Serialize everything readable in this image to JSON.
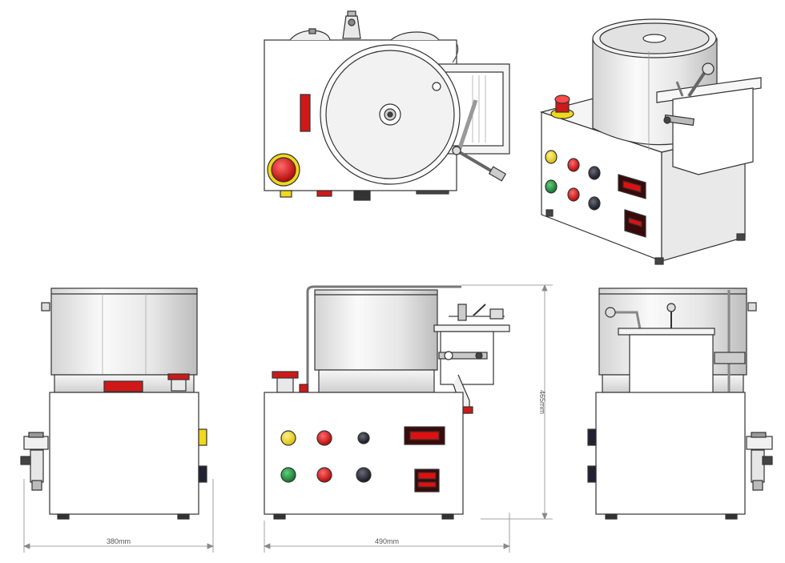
{
  "dimensions": {
    "width_label": "380mm",
    "length_label": "490mm",
    "height_label": "465mm"
  },
  "colors": {
    "outline": "#333333",
    "body": "#ffffff",
    "steel_light": "#f2f2f2",
    "steel_dark": "#c9c9c9",
    "red": "#d01818",
    "yellow": "#f0d81a",
    "green": "#1f8a3a",
    "black": "#1a1a2a",
    "display": "#3a0a0a",
    "display_red": "#e01010"
  },
  "views": [
    "top-view",
    "isometric-view",
    "end-view-left",
    "front-view",
    "end-view-right"
  ]
}
